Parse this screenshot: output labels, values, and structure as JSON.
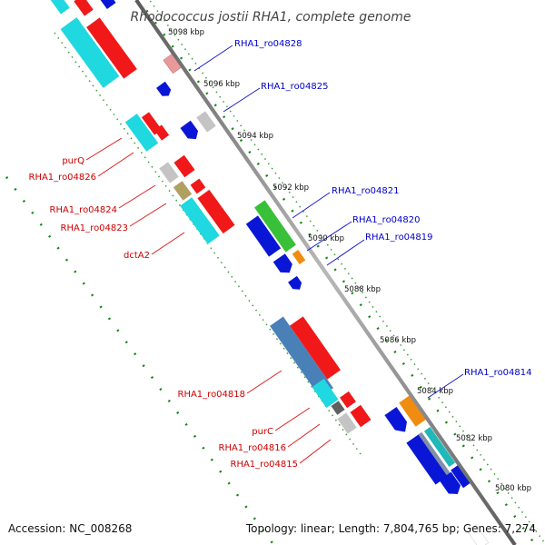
{
  "title": "Rhodococcus jostii RHA1, complete genome",
  "footer": {
    "accession": "Accession: NC_008268",
    "topology": "Topology: linear; Length: 7,804,765 bp; Genes: 7,274"
  },
  "colors": {
    "backbone": "#8a8a8a",
    "tick": "#118811",
    "label_blue": "#0000cc",
    "label_red": "#cc0000"
  },
  "scale_labels": [
    "5098 kbp",
    "5096 kbp",
    "5094 kbp",
    "5092 kbp",
    "5090 kbp",
    "5088 kbp",
    "5086 kbp",
    "5084 kbp",
    "5082 kbp",
    "5080 kbp"
  ],
  "gene_labels_blue": [
    "RHA1_ro04828",
    "RHA1_ro04825",
    "RHA1_ro04821",
    "RHA1_ro04820",
    "RHA1_ro04819",
    "RHA1_ro04814"
  ],
  "gene_labels_red": [
    "purQ",
    "RHA1_ro04826",
    "RHA1_ro04824",
    "RHA1_ro04823",
    "dctA2",
    "RHA1_ro04818",
    "purC",
    "RHA1_ro04816",
    "RHA1_ro04815"
  ]
}
